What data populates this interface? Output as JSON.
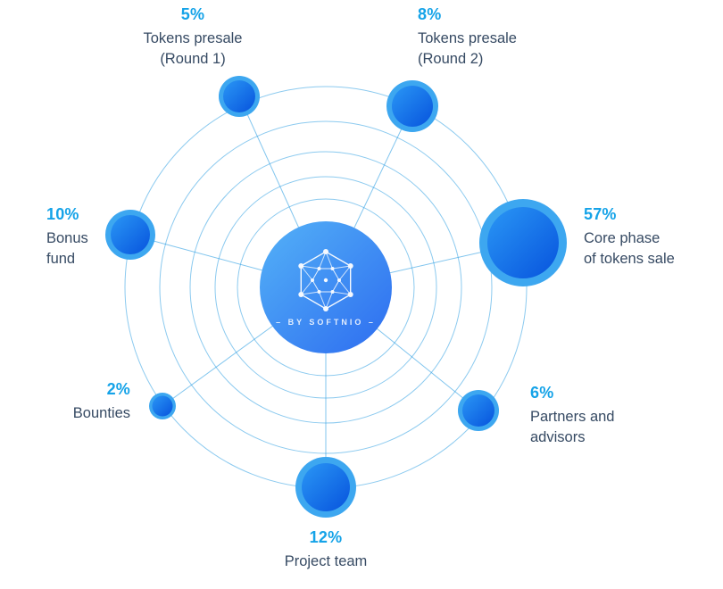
{
  "center": {
    "caption": "– BY SOFTNIO –",
    "logo": "hex-network-logo-icon"
  },
  "colors": {
    "accent_percent": "#15a3e8",
    "label_text": "#364a63",
    "ring_stroke": "#2d9fe2",
    "node_outer_ring": "#3da7f0",
    "node_gradient_start": "#2a97f5",
    "node_gradient_end": "#0753dd",
    "center_gradient_start": "#54b2f7",
    "center_gradient_end": "#2d6cf0",
    "caption_text": "#ffffff",
    "background": "#ffffff"
  },
  "nodes": [
    {
      "percent": "5%",
      "value": 5,
      "label": "Tokens presale (Round 1)",
      "line1": "Tokens presale",
      "line2": "(Round 1)"
    },
    {
      "percent": "8%",
      "value": 8,
      "label": "Tokens presale (Round 2)",
      "line1": "Tokens presale",
      "line2": "(Round 2)"
    },
    {
      "percent": "57%",
      "value": 57,
      "label": "Core phase of tokens sale",
      "line1": "Core phase",
      "line2": "of tokens sale"
    },
    {
      "percent": "10%",
      "value": 10,
      "label": "Bonus fund",
      "line1": "Bonus",
      "line2": "fund"
    },
    {
      "percent": "2%",
      "value": 2,
      "label": "Bounties",
      "line1": "Bounties",
      "line2": ""
    },
    {
      "percent": "6%",
      "value": 6,
      "label": "Partners and advisors",
      "line1": "Partners and",
      "line2": "advisors"
    },
    {
      "percent": "12%",
      "value": 12,
      "label": "Project team",
      "line1": "Project team",
      "line2": ""
    }
  ],
  "chart_data": {
    "type": "pie",
    "categories": [
      "Tokens presale (Round 1)",
      "Tokens presale (Round 2)",
      "Core phase of tokens sale",
      "Bonus fund",
      "Bounties",
      "Partners and advisors",
      "Project team"
    ],
    "values": [
      5,
      8,
      57,
      10,
      2,
      6,
      12
    ],
    "unit": "%"
  }
}
